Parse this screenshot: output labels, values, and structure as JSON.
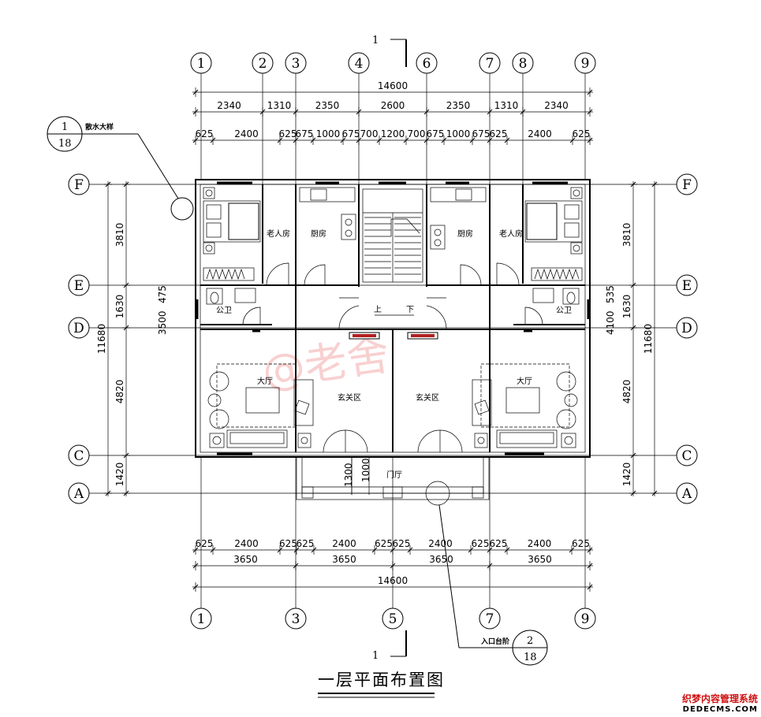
{
  "axes_x_top": [
    "1",
    "2",
    "3",
    "4",
    "6",
    "7",
    "8",
    "9"
  ],
  "axes_x_bottom": [
    "1",
    "3",
    "5",
    "7",
    "9"
  ],
  "axes_y": [
    "F",
    "E",
    "D",
    "C",
    "A"
  ],
  "top_total": "14600",
  "top_row1": [
    "2340",
    "1310",
    "2350",
    "2600",
    "2350",
    "1310",
    "2340"
  ],
  "top_row2": [
    "625",
    "2400",
    "625",
    "675",
    "1000",
    "675",
    "700",
    "1200",
    "700",
    "675",
    "1000",
    "675",
    "625",
    "2400",
    "625"
  ],
  "bottom_row1": [
    "625",
    "2400",
    "625",
    "625",
    "2400",
    "625",
    "625",
    "2400",
    "625",
    "625",
    "2400",
    "625"
  ],
  "bottom_row2": [
    "3650",
    "3650",
    "3650",
    "3650"
  ],
  "bottom_total": "14600",
  "side_dims": [
    "3810",
    "1630",
    "4820",
    "1420"
  ],
  "side_total": "11680",
  "left_small_dims": [
    "475",
    "3500"
  ],
  "right_small_dims": [
    "535",
    "4100"
  ],
  "entry_dims": [
    "1300",
    "1000"
  ],
  "rooms": {
    "elder_left": "老人房",
    "kitchen_left": "厨房",
    "kitchen_right": "厨房",
    "elder_right": "老人房",
    "toilet_left": "公卫",
    "toilet_right": "公卫",
    "hall_left": "大厅",
    "hall_right": "大厅",
    "foyer_left": "玄关区",
    "foyer_right": "玄关区",
    "porch": "门厅",
    "stair_up": "上",
    "stair_down": "下"
  },
  "callout1": {
    "num": "1",
    "sheet": "18",
    "label": "散水大样"
  },
  "callout2": {
    "num": "2",
    "sheet": "18",
    "label": "入口台阶"
  },
  "section_mark": "1",
  "drawing_title": "一层平面布置图",
  "watermark": "@老舍",
  "corner_logo": {
    "line1": "织梦内容管理系统",
    "line2": "DEDECMS.COM"
  }
}
